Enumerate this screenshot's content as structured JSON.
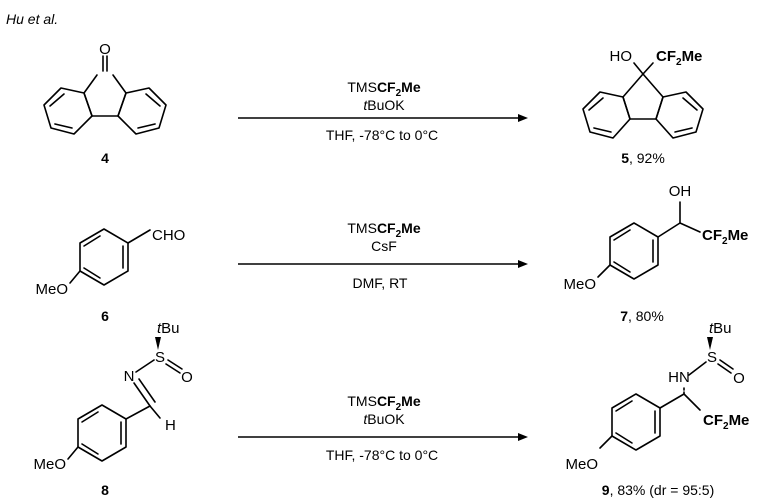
{
  "title": "Hu et al.",
  "reactions": [
    {
      "substrate": {
        "number": "4"
      },
      "conditions": {
        "reagent_line1": {
          "prefix": "TMS",
          "bold": "CF",
          "sub": "2",
          "bold2": "Me"
        },
        "reagent_line2": {
          "italic": "t",
          "rest": "BuOK"
        },
        "solvent": "THF, -78°C to 0°C"
      },
      "product": {
        "number": "5",
        "yield": ", 92%",
        "atoms": {
          "oh": "HO",
          "cf_main": "CF",
          "cf_sub": "2",
          "cf_me": "Me"
        }
      }
    },
    {
      "substrate": {
        "number": "6",
        "atoms": {
          "cho": "CHO",
          "meo": "MeO"
        }
      },
      "conditions": {
        "reagent_line1": {
          "prefix": "TMS",
          "bold": "CF",
          "sub": "2",
          "bold2": "Me"
        },
        "reagent_line2": {
          "text": "CsF"
        },
        "solvent": "DMF, RT"
      },
      "product": {
        "number": "7",
        "yield": ", 80%",
        "atoms": {
          "oh": "OH",
          "cf_main": "CF",
          "cf_sub": "2",
          "cf_me": "Me",
          "meo": "MeO"
        }
      }
    },
    {
      "substrate": {
        "number": "8",
        "atoms": {
          "tbu_italic": "t",
          "tbu_rest": "Bu",
          "s": "S",
          "o": "O",
          "n": "N",
          "h": "H",
          "meo": "MeO"
        }
      },
      "conditions": {
        "reagent_line1": {
          "prefix": "TMS",
          "bold": "CF",
          "sub": "2",
          "bold2": "Me"
        },
        "reagent_line2": {
          "italic": "t",
          "rest": "BuOK"
        },
        "solvent": "THF, -78°C to 0°C"
      },
      "product": {
        "number": "9",
        "yield": ", 83% (dr = 95:5)",
        "atoms": {
          "tbu_italic": "t",
          "tbu_rest": "Bu",
          "s": "S",
          "o": "O",
          "hn": "HN",
          "cf_main": "CF",
          "cf_sub": "2",
          "cf_me": "Me",
          "meo": "MeO"
        }
      }
    }
  ]
}
